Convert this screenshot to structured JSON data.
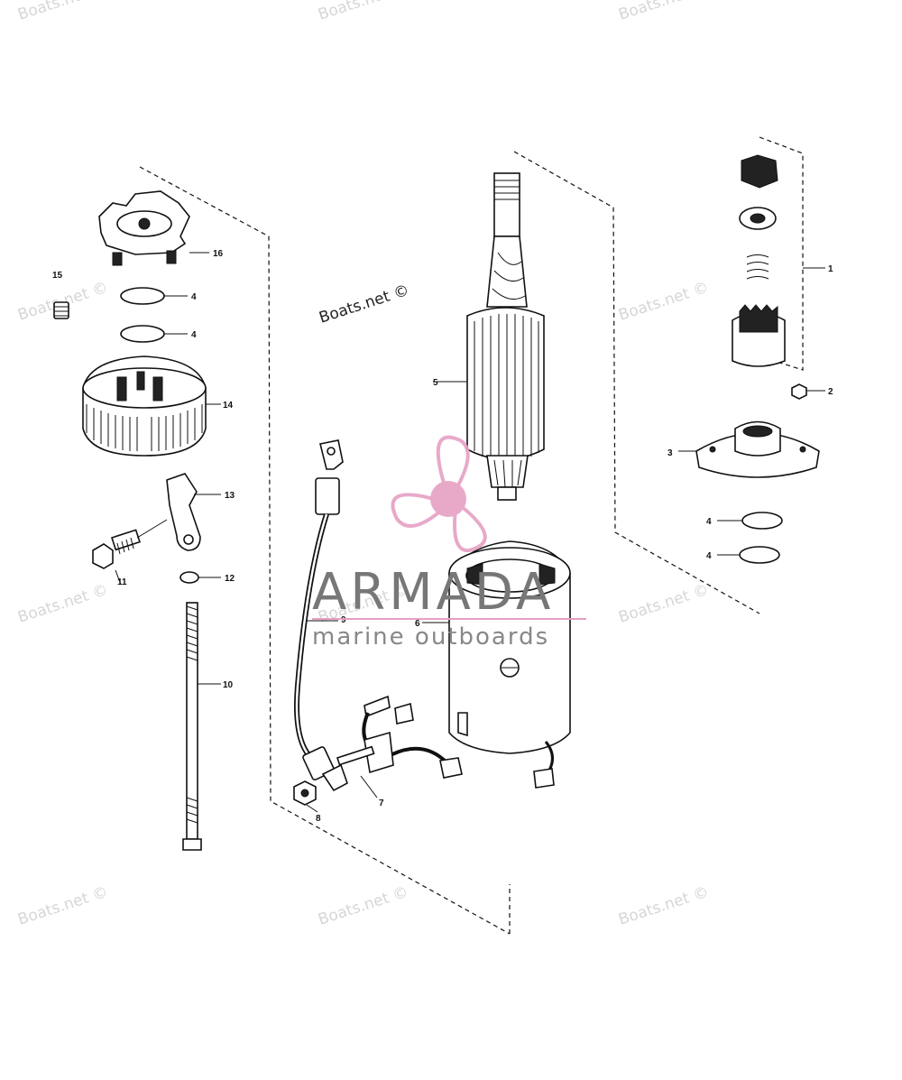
{
  "watermarks": {
    "small": "Boats.net ©",
    "main": "Boats.net ©"
  },
  "logo": {
    "brand": "ARMADA",
    "tagline": "marine outboards",
    "accent_color": "#e6a0c4"
  },
  "callouts": [
    "1",
    "2",
    "3",
    "4",
    "4",
    "4",
    "4",
    "5",
    "6",
    "7",
    "8",
    "9",
    "10",
    "11",
    "12",
    "13",
    "14",
    "15",
    "16"
  ]
}
